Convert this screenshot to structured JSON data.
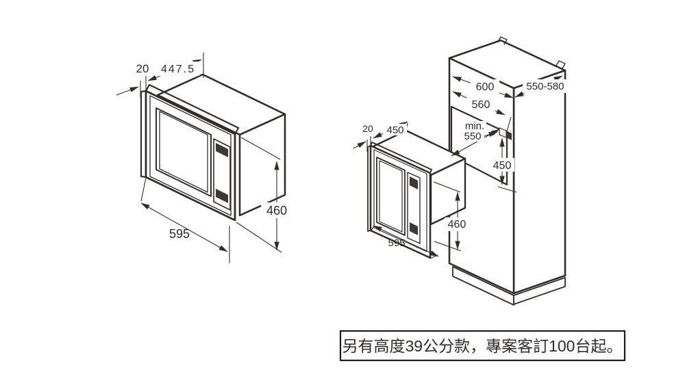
{
  "note": {
    "text": "另有高度39公分款，專案客訂100台起。"
  },
  "left_diagram": {
    "description": "built-in microwave oven outline with trim frame",
    "dims": {
      "frame_thickness": "20",
      "body_depth": "447.5",
      "width": "595",
      "height": "460"
    }
  },
  "right_diagram": {
    "description": "microwave sliding into tall cabinet niche",
    "microwave_dims": {
      "frame_thickness": "20",
      "body_depth": "450",
      "width": "595",
      "height": "460"
    },
    "cabinet_dims": {
      "outer_width": "600",
      "outer_depth": "550-580",
      "niche_width": "560",
      "niche_depth_prefix": "min.",
      "niche_depth": "550",
      "niche_height": "450"
    }
  }
}
